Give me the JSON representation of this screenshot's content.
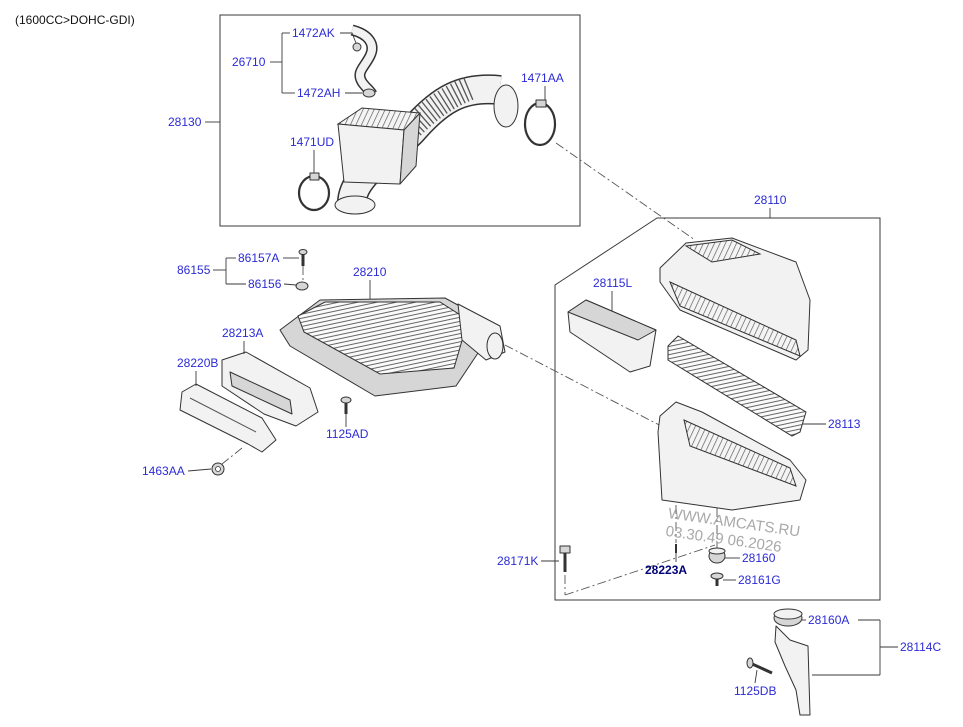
{
  "header": {
    "engine_spec": "(1600CC>DOHC-GDI)"
  },
  "callouts": {
    "p1472AK": "1472AK",
    "p26710": "26710",
    "p1472AH": "1472AH",
    "p1471AA": "1471AA",
    "p28130": "28130",
    "p1471UD": "1471UD",
    "p28110": "28110",
    "p86157A": "86157A",
    "p86155": "86155",
    "p86156": "86156",
    "p28210": "28210",
    "p28115L": "28115L",
    "p28213A": "28213A",
    "p28220B": "28220B",
    "p28113": "28113",
    "p1125AD": "1125AD",
    "p1463AA": "1463AA",
    "p28171K": "28171K",
    "p28160": "28160",
    "p28223A": "28223A",
    "p28161G": "28161G",
    "p28160A": "28160A",
    "p28114C": "28114C",
    "p1125DB": "1125DB"
  },
  "watermark": {
    "site": "WWW.AMCATS.RU",
    "stamp": "03.30.49 06.2026"
  },
  "colors": {
    "callout": "#2b2bd6",
    "callout_selected": "#00007a",
    "linework": "#3a3a3a",
    "background": "#ffffff"
  }
}
